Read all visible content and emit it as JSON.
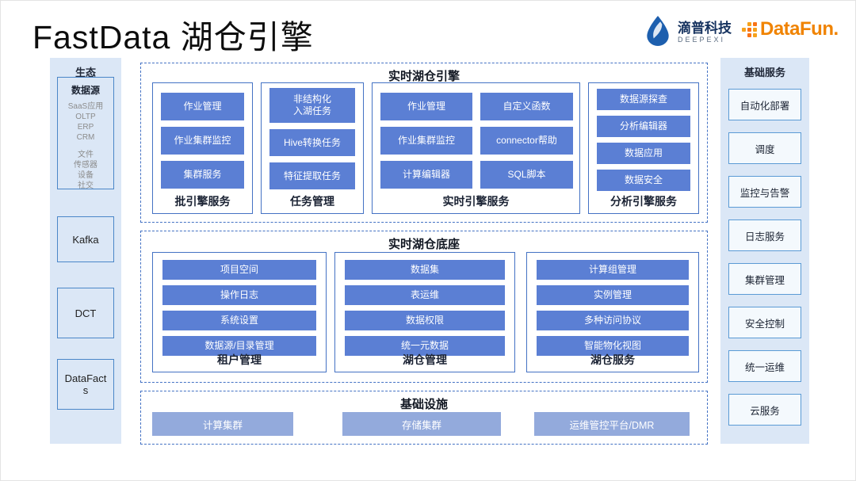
{
  "page": {
    "title": "FastData 湖仓引擎"
  },
  "logos": {
    "deepexi": {
      "name": "滴普科技",
      "subtitle": "DEEPEXI"
    },
    "datafun": {
      "text": "DataFun."
    }
  },
  "ecosystem": {
    "title": "生态",
    "datasource": {
      "title": "数据源",
      "group1": [
        "SaaS应用",
        "OLTP",
        "ERP",
        "CRM"
      ],
      "group2": [
        "文件",
        "传感器",
        "设备",
        "社交"
      ]
    },
    "items": [
      "Kafka",
      "DCT",
      "DataFacts"
    ]
  },
  "base_services": {
    "title": "基础服务",
    "items": [
      "自动化部署",
      "调度",
      "监控与告警",
      "日志服务",
      "集群管理",
      "安全控制",
      "统一运维",
      "云服务"
    ]
  },
  "sections": {
    "engine": {
      "title": "实时湖仓引擎",
      "groups": [
        {
          "label": "批引擎服务",
          "items": [
            "作业管理",
            "作业集群监控",
            "集群服务"
          ]
        },
        {
          "label": "任务管理",
          "item0_line1": "非结构化",
          "item0_line2": "入湖任务",
          "items": [
            "Hive转换任务",
            "特征提取任务"
          ]
        },
        {
          "label": "实时引擎服务",
          "col1": [
            "作业管理",
            "作业集群监控",
            "计算编辑器"
          ],
          "col2": [
            "自定义函数",
            "connector帮助",
            "SQL脚本"
          ]
        },
        {
          "label": "分析引擎服务",
          "items": [
            "数据源探查",
            "分析编辑器",
            "数据应用",
            "数据安全"
          ]
        }
      ]
    },
    "base": {
      "title": "实时湖仓底座",
      "groups": [
        {
          "label": "租户管理",
          "items": [
            "项目空间",
            "操作日志",
            "系统设置",
            "数据源/目录管理"
          ]
        },
        {
          "label": "湖仓管理",
          "items": [
            "数据集",
            "表运维",
            "数据权限",
            "统一元数据"
          ]
        },
        {
          "label": "湖仓服务",
          "items": [
            "计算组管理",
            "实例管理",
            "多种访问协议",
            "智能物化视图"
          ]
        }
      ]
    },
    "infra": {
      "title": "基础设施",
      "items": [
        "计算集群",
        "存储集群",
        "运维管控平台/DMR"
      ]
    }
  },
  "colors": {
    "item_blue": "#5b7fd4",
    "item_light_blue": "#93aadc",
    "sidebar_bg": "#dbe7f6",
    "dashed_border_blue": "#4472c4",
    "box_border_blue": "#5b9bd5",
    "datafun_orange": "#f08300",
    "deepexi_blue": "#1d5fae"
  }
}
